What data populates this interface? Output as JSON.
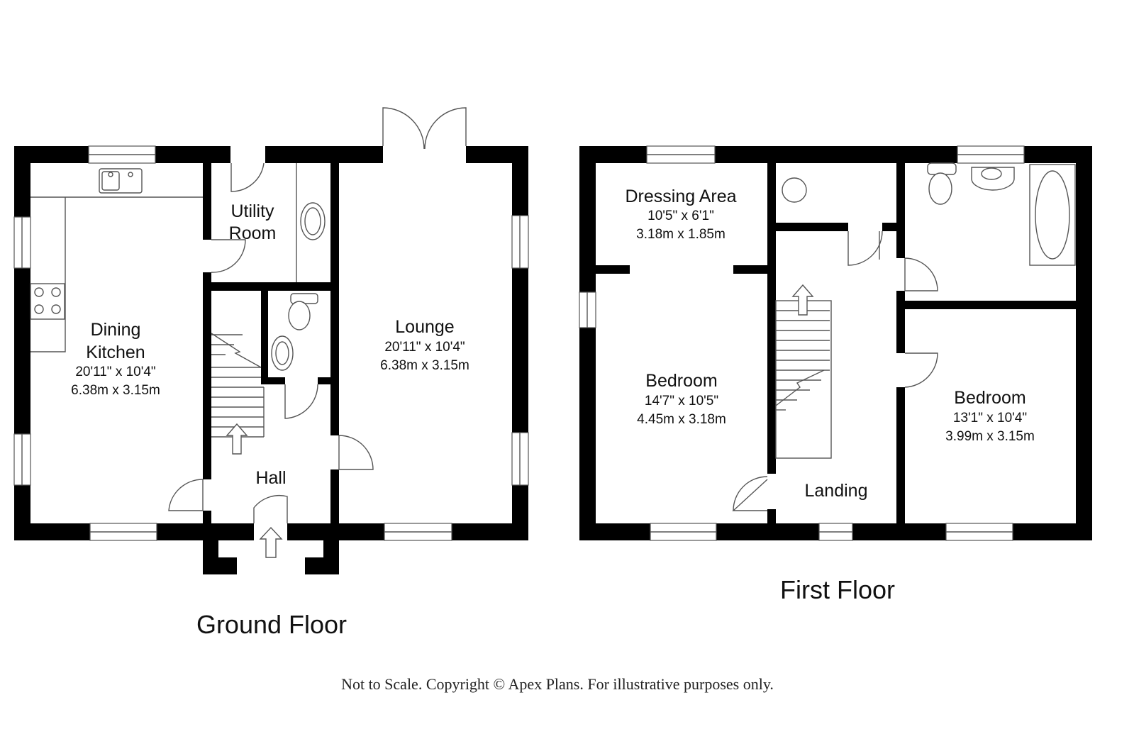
{
  "ground_floor": {
    "title": "Ground Floor",
    "rooms": [
      {
        "id": "dining-kitchen",
        "name_lines": [
          "Dining",
          "Kitchen"
        ],
        "imperial": "20'11\" x 10'4\"",
        "metric": "6.38m x 3.15m"
      },
      {
        "id": "utility-room",
        "name_lines": [
          "Utility",
          "Room"
        ]
      },
      {
        "id": "lounge",
        "name_lines": [
          "Lounge"
        ],
        "imperial": "20'11\" x 10'4\"",
        "metric": "6.38m x 3.15m"
      },
      {
        "id": "hall",
        "name_lines": [
          "Hall"
        ]
      }
    ]
  },
  "first_floor": {
    "title": "First Floor",
    "rooms": [
      {
        "id": "dressing-area",
        "name_lines": [
          "Dressing Area"
        ],
        "imperial": "10'5\" x 6'1\"",
        "metric": "3.18m x 1.85m"
      },
      {
        "id": "bedroom-1",
        "name_lines": [
          "Bedroom"
        ],
        "imperial": "14'7\" x 10'5\"",
        "metric": "4.45m x 3.18m"
      },
      {
        "id": "bedroom-2",
        "name_lines": [
          "Bedroom"
        ],
        "imperial": "13'1\" x 10'4\"",
        "metric": "3.99m x 3.15m"
      },
      {
        "id": "landing",
        "name_lines": [
          "Landing"
        ]
      }
    ]
  },
  "footer": {
    "disclaimer": "Not to Scale. Copyright © Apex Plans. For illustrative purposes only."
  }
}
